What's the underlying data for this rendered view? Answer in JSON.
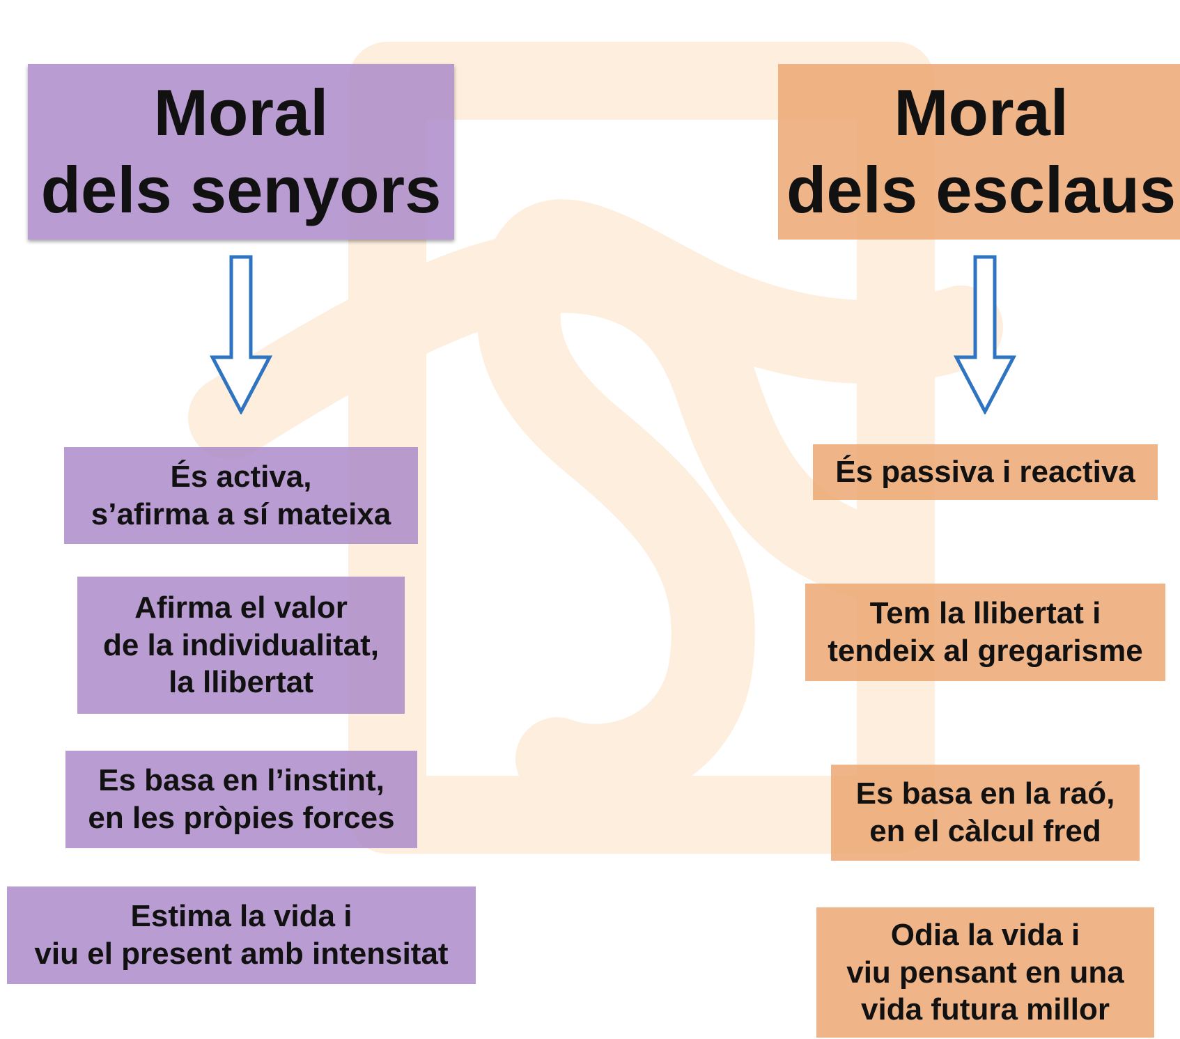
{
  "colors": {
    "purple": "#aa87c8",
    "orange": "#eca56e",
    "arrow_stroke": "#2f74c0",
    "watermark": "#fdeedd"
  },
  "left": {
    "title": "Moral\ndels senyors",
    "items": [
      "És activa,\n s’afirma a sí mateixa",
      "Afirma el valor\nde la individualitat,\n la llibertat",
      "Es basa en l’instint,\nen les pròpies forces",
      "Estima la vida i\nviu el present amb intensitat"
    ]
  },
  "right": {
    "title": "Moral\ndels esclaus",
    "items": [
      "És passiva i reactiva",
      "Tem la llibertat i\ntendeix al gregarisme",
      "Es basa en la raó,\nen el càlcul fred",
      "Odia la vida i\nviu pensant en una\nvida futura millor"
    ]
  }
}
